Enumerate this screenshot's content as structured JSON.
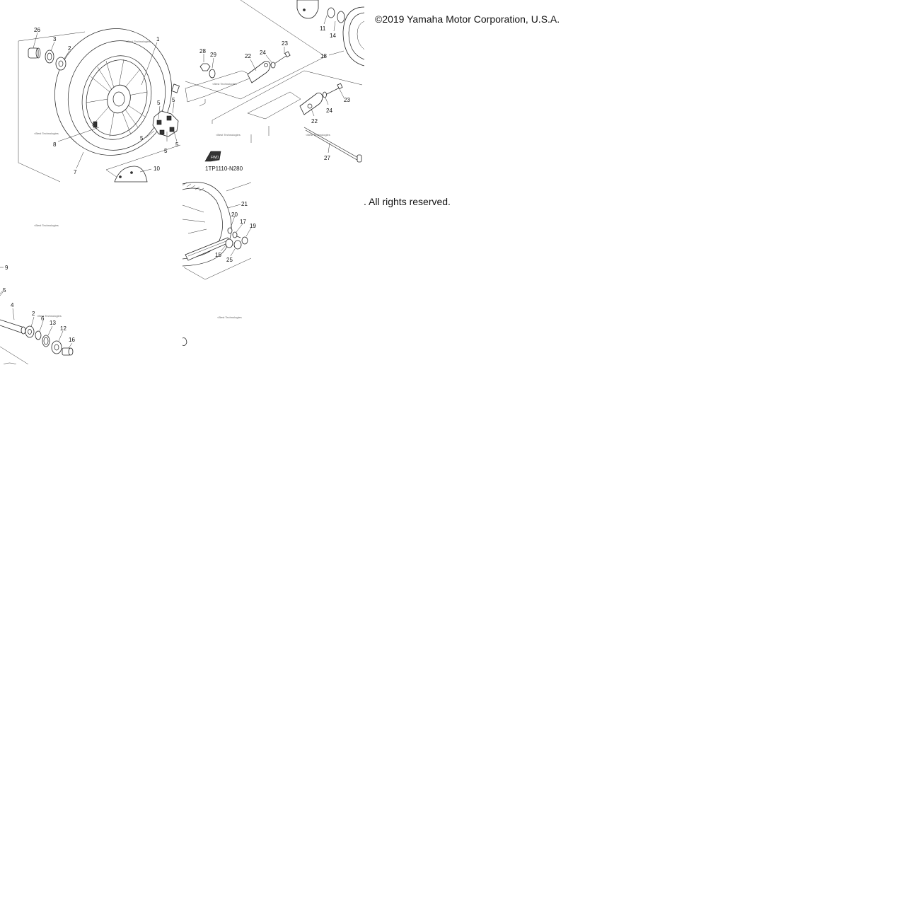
{
  "copyright": "©2019 Yamaha Motor Corporation, U.S.A.",
  "rights": ". All rights reserved.",
  "diagram_code": "1TP1110-N280",
  "fwd_label": "FWD",
  "watermark": "<Best Technologies",
  "parts": {
    "p1": "1",
    "p2": "2",
    "p2b": "2",
    "p3": "3",
    "p4": "4",
    "p5a": "5",
    "p5b": "5",
    "p5c": "5",
    "p5d": "5",
    "p5e": "5",
    "p5f": "5",
    "p6": "6",
    "p7": "7",
    "p8": "8",
    "p9": "9",
    "p10": "10",
    "p11": "11",
    "p12": "12",
    "p13": "13",
    "p14": "14",
    "p15": "15",
    "p16": "16",
    "p17": "17",
    "p18": "18",
    "p19": "19",
    "p20": "20",
    "p21": "21",
    "p22a": "22",
    "p22b": "22",
    "p23a": "23",
    "p23b": "23",
    "p24a": "24",
    "p24b": "24",
    "p25": "25",
    "p26": "26",
    "p27": "27",
    "p28": "28",
    "p29": "29"
  }
}
